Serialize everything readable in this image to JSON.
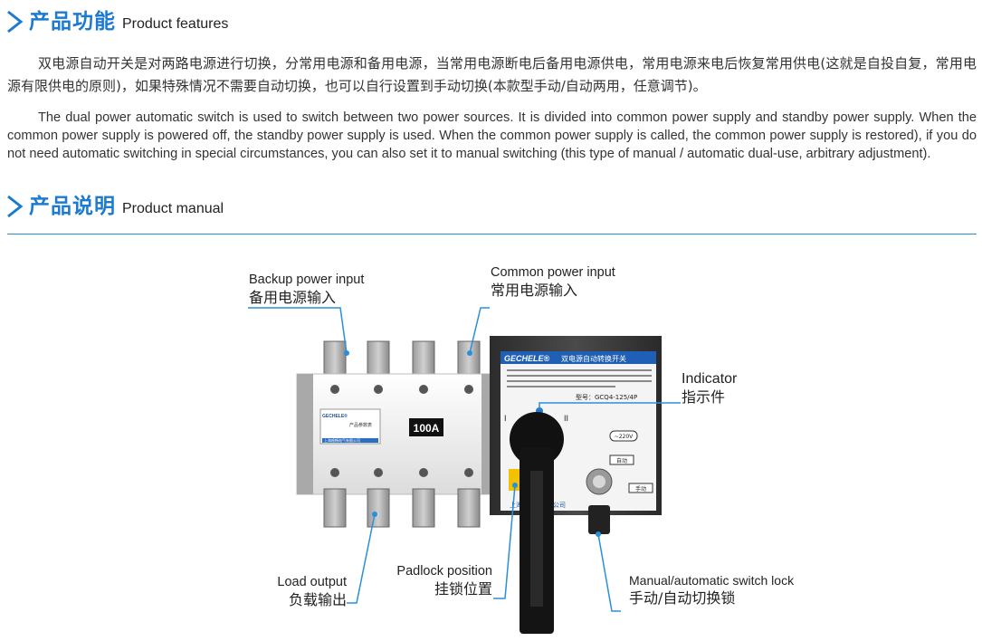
{
  "section1": {
    "title_cn": "产品功能",
    "title_en": "Product features"
  },
  "section1_body": {
    "cn": "双电源自动开关是对两路电源进行切换，分常用电源和备用电源，当常用电源断电后备用电源供电，常用电源来电后恢复常用供电(这就是自投自复，常用电源有限供电的原则)，如果特殊情况不需要自动切换，也可以自行设置到手动切换(本款型手动/自动两用，任意调节)。",
    "en": "The dual power automatic switch is used to switch between two power sources. It is divided into common power supply and standby power supply. When the common power supply is powered off, the standby power supply is used. When the common power supply is called, the common power supply is restored), if you do not need automatic switching in special circumstances, you can also set it to manual switching (this type of manual / automatic dual-use, arbitrary adjustment)."
  },
  "section2": {
    "title_cn": "产品说明",
    "title_en": "Product manual"
  },
  "callouts": {
    "backup": {
      "en": "Backup power input",
      "cn": "备用电源输入"
    },
    "common": {
      "en": "Common power input",
      "cn": "常用电源输入"
    },
    "indicator": {
      "en": "Indicator",
      "cn": "指示件"
    },
    "load": {
      "en": "Load output",
      "cn": "负载输出"
    },
    "padlock": {
      "en": "Padlock position",
      "cn": "挂锁位置"
    },
    "lock": {
      "en": "Manual/automatic switch lock",
      "cn": "手动/自动切换锁"
    }
  },
  "product": {
    "brand": "GECHELE®",
    "panel_title": "双电源自动转换开关",
    "model": "型号：GCQ4-125/4P",
    "rating": "100A",
    "voltage": "~220V",
    "label_auto": "自动",
    "label_manual": "手动",
    "positions": [
      "I",
      "II"
    ],
    "maker": "上海格畅电气有限公司",
    "maker_short": "上海格",
    "maker_tail": "限公司",
    "body_label_cn": "产品参数表",
    "body_maker": "上海格畅电气有限公司"
  },
  "colors": {
    "accent": "#1c7bd0",
    "leader": "#2a8fd9",
    "panel": "#3a3a3a",
    "body": "#f2f2f2"
  }
}
